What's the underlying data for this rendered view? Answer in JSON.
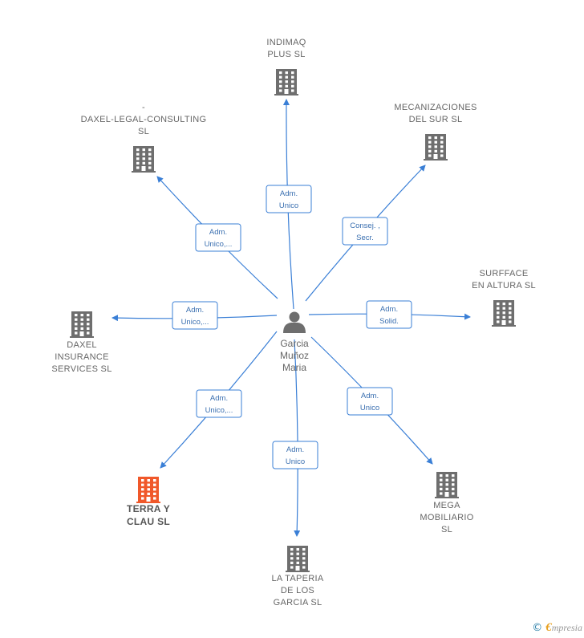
{
  "center": {
    "name_lines": [
      "Garcia",
      "Muñoz",
      "Maria"
    ]
  },
  "companies": [
    {
      "id": "indimaq",
      "name_lines": [
        "INDIMAQ",
        "PLUS  SL"
      ],
      "role_lines": [
        "Adm.",
        "Unico"
      ],
      "highlight": false
    },
    {
      "id": "mecanizaciones",
      "name_lines": [
        "MECANIZACIONES",
        "DEL SUR SL"
      ],
      "role_lines": [
        "Consej. ,",
        "Secr."
      ],
      "highlight": false
    },
    {
      "id": "daxel-legal",
      "name_lines": [
        "-",
        "DAXEL-LEGAL-CONSULTING",
        "SL"
      ],
      "role_lines": [
        "Adm.",
        "Unico,..."
      ],
      "highlight": false
    },
    {
      "id": "surfface",
      "name_lines": [
        "SURFFACE",
        "EN ALTURA  SL"
      ],
      "role_lines": [
        "Adm.",
        "Solid."
      ],
      "highlight": false
    },
    {
      "id": "daxel-insurance",
      "name_lines": [
        "DAXEL",
        "INSURANCE",
        "SERVICES  SL"
      ],
      "role_lines": [
        "Adm.",
        "Unico,..."
      ],
      "highlight": false
    },
    {
      "id": "terra",
      "name_lines": [
        "TERRA Y",
        "CLAU  SL"
      ],
      "role_lines": [
        "Adm.",
        "Unico,..."
      ],
      "highlight": true
    },
    {
      "id": "mega",
      "name_lines": [
        "MEGA",
        "MOBILIARIO",
        "SL"
      ],
      "role_lines": [
        "Adm.",
        "Unico"
      ],
      "highlight": false
    },
    {
      "id": "taperia",
      "name_lines": [
        "LA TAPERIA",
        "DE LOS",
        "GARCIA SL"
      ],
      "role_lines": [
        "Adm.",
        "Unico"
      ],
      "highlight": false
    }
  ],
  "colors": {
    "edge": "#3a7fd6",
    "building": "#6e6e6e",
    "building_highlight": "#f0582a",
    "person": "#6e6e6e"
  },
  "footer": {
    "copyright_symbol": "©",
    "brand_initial": "€",
    "brand_rest": "mpresia"
  }
}
